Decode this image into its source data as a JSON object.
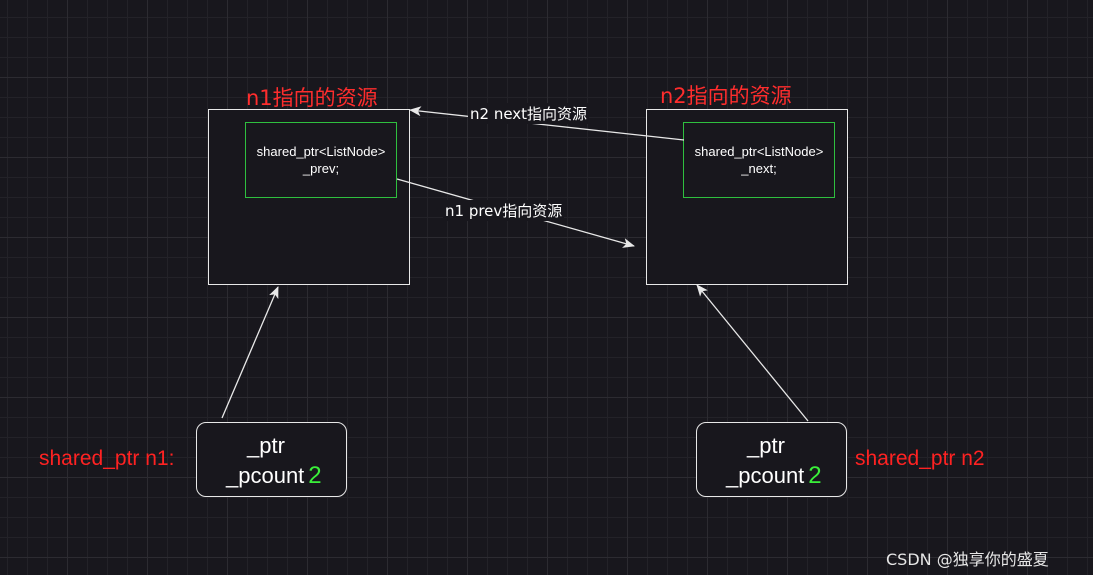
{
  "resources": {
    "n1": {
      "title": "n1指向的资源",
      "field_type": "shared_ptr<ListNode>",
      "field_name": "_prev;"
    },
    "n2": {
      "title": "n2指向的资源",
      "field_type": "shared_ptr<ListNode>",
      "field_name": "_next;"
    }
  },
  "edges": {
    "n2_next": "n2 next指向资源",
    "n1_prev": "n1 prev指向资源"
  },
  "pointers": {
    "n1": {
      "label": "shared_ptr n1:",
      "ptr": "_ptr",
      "pcount": "_pcount",
      "count": "2"
    },
    "n2": {
      "label": "shared_ptr n2",
      "ptr": "_ptr",
      "pcount": "_pcount",
      "count": "2"
    }
  },
  "watermark": "CSDN @独享你的盛夏",
  "colors": {
    "background": "#18171d",
    "title_red": "#ff2d2d",
    "field_border_green": "#2fbf3f",
    "count_green": "#3af03a",
    "stroke": "#e8e8e8"
  }
}
